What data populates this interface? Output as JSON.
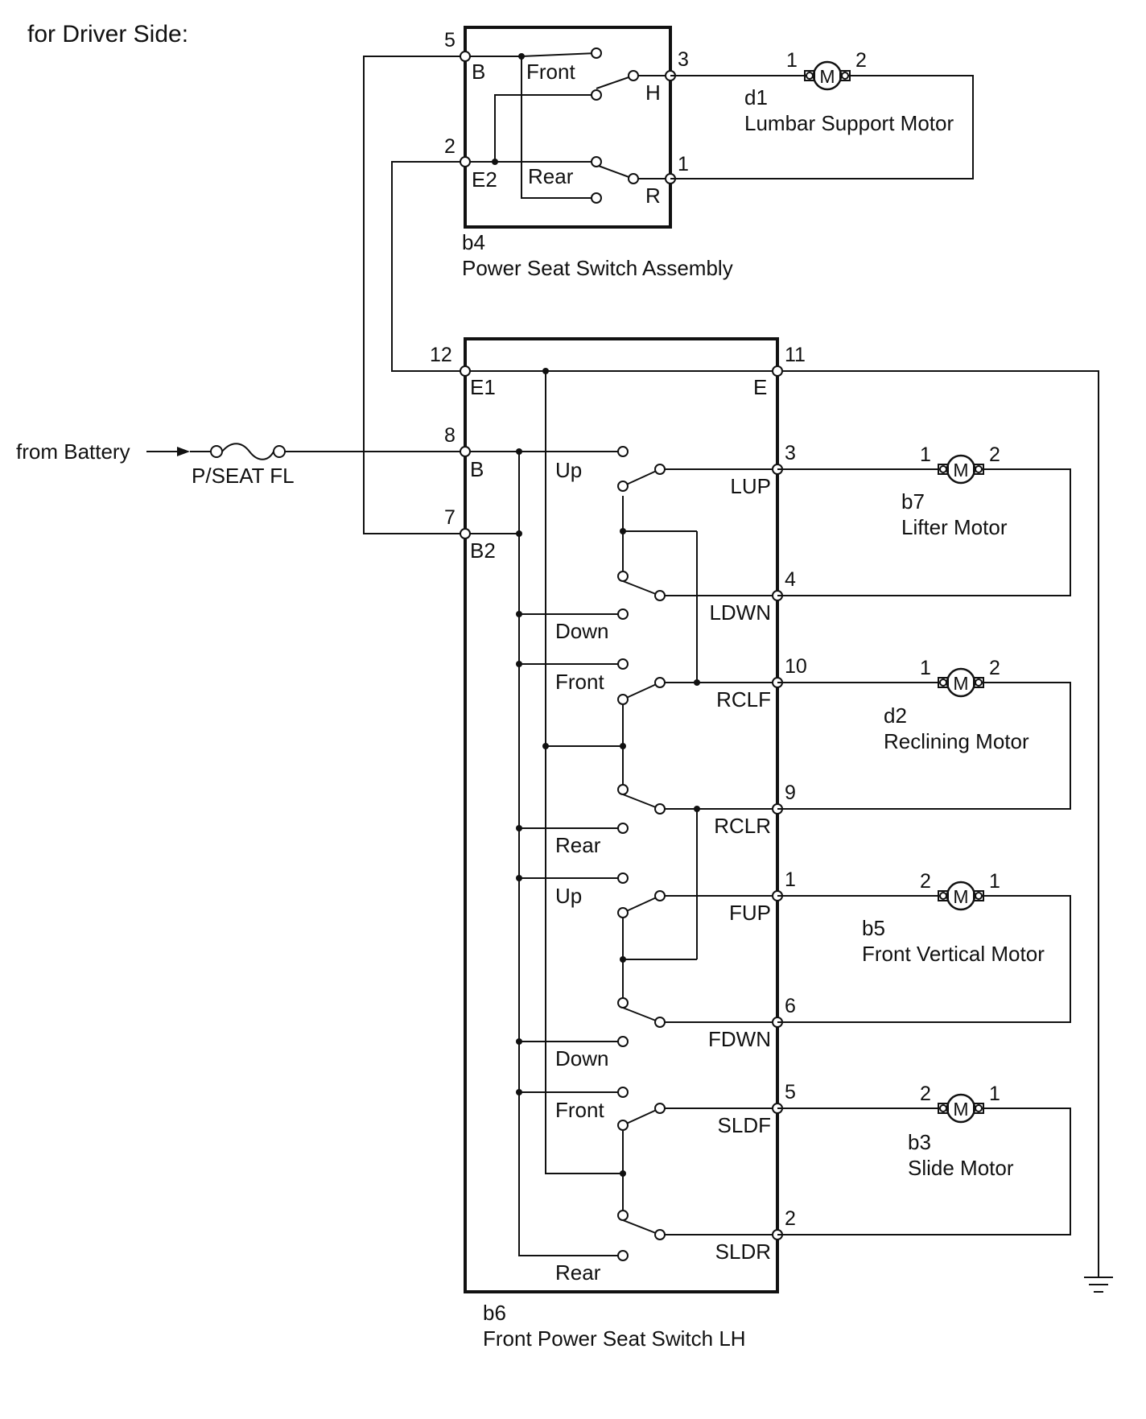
{
  "title": "for Driver Side:",
  "source": {
    "label": "from Battery",
    "fuse": "P/SEAT FL"
  },
  "b4": {
    "id": "b4",
    "name": "Power Seat Switch Assembly",
    "pins": {
      "p5": "5",
      "p2": "2",
      "p3": "3",
      "p1": "1"
    },
    "terminals": {
      "B": "B",
      "E2": "E2",
      "H": "H",
      "R": "R"
    },
    "positions": {
      "front": "Front",
      "rear": "Rear"
    }
  },
  "d1": {
    "id": "d1",
    "name": "Lumbar Support Motor",
    "pin_left": "1",
    "pin_right": "2",
    "symbol": "M"
  },
  "b6": {
    "id": "b6",
    "name": "Front Power Seat Switch LH",
    "pins": {
      "p12": "12",
      "p11": "11",
      "p8": "8",
      "p7": "7",
      "p3": "3",
      "p4": "4",
      "p10": "10",
      "p9": "9",
      "p1": "1",
      "p6": "6",
      "p5": "5",
      "p2": "2"
    },
    "terminals": {
      "E1": "E1",
      "E": "E",
      "B": "B",
      "B2": "B2",
      "LUP": "LUP",
      "LDWN": "LDWN",
      "RCLF": "RCLF",
      "RCLR": "RCLR",
      "FUP": "FUP",
      "FDWN": "FDWN",
      "SLDF": "SLDF",
      "SLDR": "SLDR"
    },
    "positions": {
      "up1": "Up",
      "down1": "Down",
      "front1": "Front",
      "rear1": "Rear",
      "up2": "Up",
      "down2": "Down",
      "front2": "Front",
      "rear2": "Rear"
    }
  },
  "b7": {
    "id": "b7",
    "name": "Lifter Motor",
    "pin_left": "1",
    "pin_right": "2",
    "symbol": "M"
  },
  "d2": {
    "id": "d2",
    "name": "Reclining Motor",
    "pin_left": "1",
    "pin_right": "2",
    "symbol": "M"
  },
  "b5": {
    "id": "b5",
    "name": "Front Vertical Motor",
    "pin_left": "2",
    "pin_right": "1",
    "symbol": "M"
  },
  "b3": {
    "id": "b3",
    "name": "Slide Motor",
    "pin_left": "2",
    "pin_right": "1",
    "symbol": "M"
  }
}
